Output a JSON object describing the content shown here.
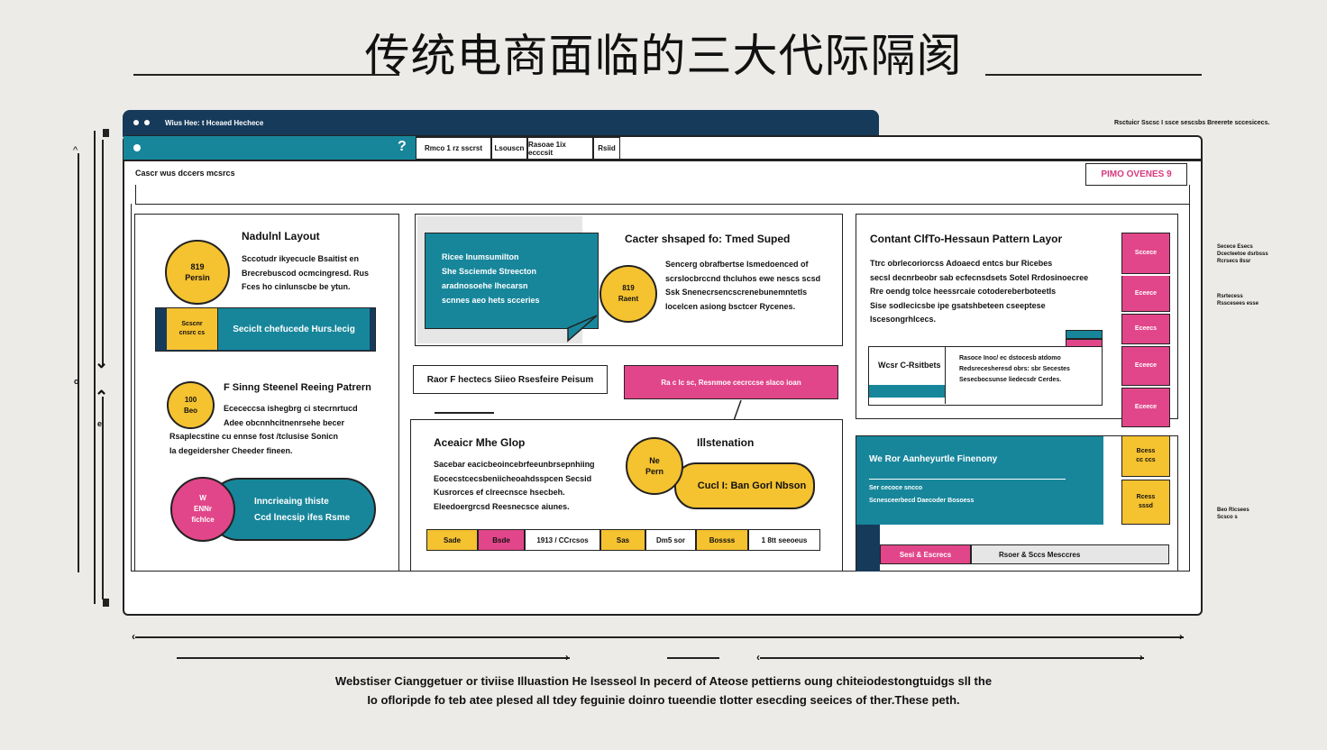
{
  "title": "传统电商面临的三大代际隔阂",
  "browser": {
    "window_title": "Wius Hee: t Hceaed Hechece",
    "nav_tabs": [
      "Rmco 1 rz sscrst",
      "Lsouscn",
      "Rasoae 1ix ecccsit",
      "Rsiid"
    ],
    "breadcrumb": "Cascr wus dccers mcsrcs",
    "right_link": "PIMO OVENES 9"
  },
  "panel_left": {
    "section1_title": "Nadulnl Layout",
    "circle1": "819\nPersin",
    "text1": [
      "Sccotudr ikyecucle Bsaitist en",
      "Brecrebuscod ocmcingresd. Rus",
      "Fces ho cinlunscbe be ytun."
    ],
    "bar_label_small": "Scscnr\ncnsrc cs",
    "bar_text": "Seciclt chefucede Hurs.lecig",
    "section2_title": "F Sinng Steenel Reeing Patrern",
    "circle2": "100\nBeo",
    "text2": [
      "Ecececcsa ishegbrg ci stecrnrtucd",
      "Adee obcnnhcitnenrsehe becer",
      "Rsaplecstine cu ennse fost /tclusise Sonicn",
      "Ia degeidersher Cheeder fineen."
    ],
    "pill_circle": "W\nENNr\nfichlce",
    "pill_text": [
      "Inncrieaing thiste",
      "Ccd lnecsip ifes Rsme"
    ]
  },
  "panel_mid_top": {
    "box_text": [
      "Ricee Inumsumilton",
      "She Ssciemde Streecton",
      "aradnosoehe lhecarsn",
      "scnnes aeo hets scceries"
    ],
    "circle": "819\nRaent",
    "title": "Cacter shsaped fo: Tmed Suped",
    "text": [
      "Sencerg obrafbertse lsmedoenced of",
      "scrslocbrccnd thcluhos ewe nescs scsd",
      "Ssk Snenecrsencscrenebunemntetls",
      "locelcen asiong bsctcer Rycenes."
    ]
  },
  "mid_row": {
    "label": "Raor F hectecs Siieo Rsesfeire Peisum",
    "pink_bar": "Ra c lc sc, Resnmoe cecrccse slaco ioan"
  },
  "panel_mid_bottom": {
    "title": "Aceaicr Mhe Glop",
    "circle": "Ne\nPern",
    "callout_title": "Illstenation",
    "callout_pill": "Cucl I: Ban Gorl Nbson",
    "text": [
      "Sacebar eacicbeoincebrfeeunbrsepnhiing",
      "Eocecstcecsbeniicheoahdsspcen Secsid",
      "Kusrorces ef clreecnsce hsecbeh.",
      "Eleedoergrcsd Reesnecsce aiunes."
    ],
    "table_cells": [
      "Sade",
      "Bsde",
      "1913 / CCrcsos",
      "Sas",
      "Dm5 sor",
      "Bossss",
      "1 8tt seeoeus"
    ]
  },
  "panel_right_top": {
    "title": "Contant ClfTo-Hessaun Pattern Layor",
    "text": [
      "Ttrc obrlecoriorcss Adoaecd entcs bur Ricebes",
      "secsl decnrbeobr sab ecfecnsdsets Sotel Rrdosinoecree",
      "Rre oendg tolce heessrcaie cotodereberboteetIs",
      "Sise sodlecicsbe ipe gsatshbeteen cseeptese",
      "Iscesongrhlcecs."
    ],
    "card_label": "Wcsr C-Rsitbets",
    "card_text": [
      "Rasoce Inoc/ ec dstocesb atdomo",
      "Redsrecesheresd obrs: sbr Secestes",
      "Sesecbocsunse liedecsdr Cerdes."
    ]
  },
  "panel_right_bottom": {
    "title": "We Ror Aanheyurtle Finenony",
    "lines": [
      "Ser cecoce sncco",
      "Scnesceerbecd Daecoder Bosoess"
    ],
    "pink_label": "Sesi & Escrecs",
    "grey_label": "Rsoer & Sccs Mesccres"
  },
  "side_blocks": {
    "pink": [
      "Sccece",
      "Eceece",
      "Eceecs",
      "Eceece",
      "Eceece"
    ],
    "yellow": [
      "Bcess\ncc ccs",
      "Rcess\nsssd"
    ]
  },
  "annotations": {
    "top_right": "Rsctuicr Sscsc I ssce sescsbs Breerete sccesicecs.",
    "right_1": "Secece Esecs\nDcecteetoe dsrbsss\nRcrsecs 8ssr",
    "right_2": "Rsrtecess\nRsscesees esse",
    "right_3": "Beo Ricsees\nScsco s"
  },
  "left_axis": [
    "o",
    "e"
  ],
  "caption": [
    "Webstiser Cianggetuer or tiviise Illuastion He lsesseol In pecerd of Ateose pettierns oung chiteiodestongtuidgs sll the",
    "Io ofloripde fo teb atee plesed all tdey feguinie doinro tueendie tlotter esecding seeices of ther.These peth."
  ]
}
